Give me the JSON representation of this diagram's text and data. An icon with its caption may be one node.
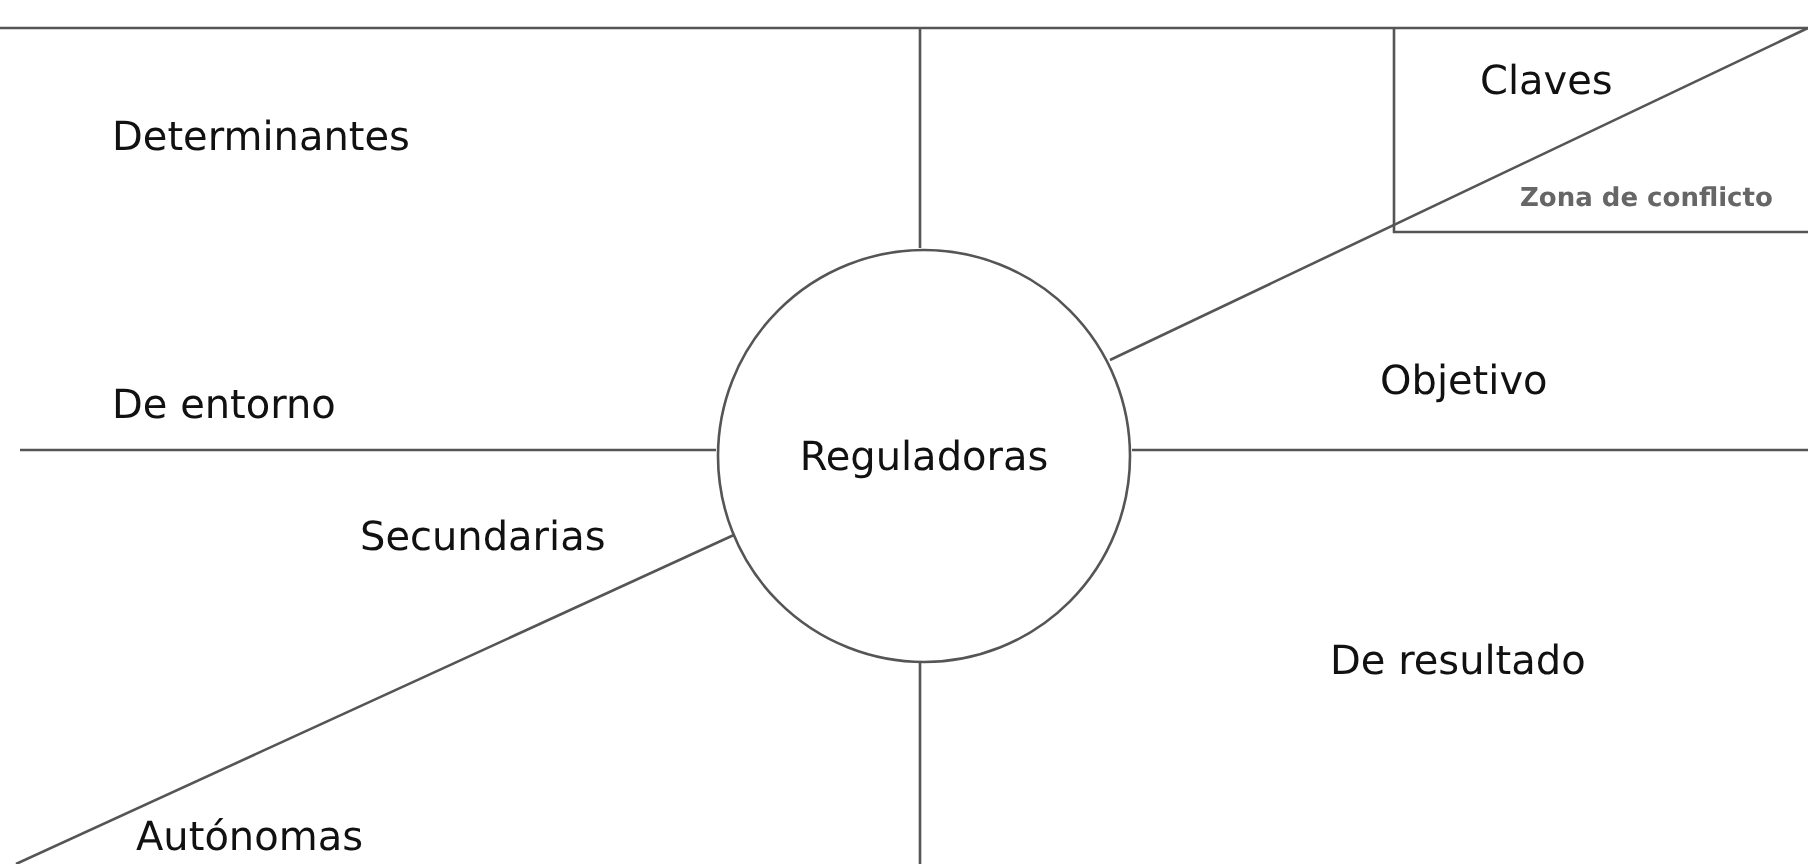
{
  "diagram": {
    "nodes": [
      {
        "text": [
          "Reguladoras"
        ]
      }
    ],
    "labels": [
      "Claves",
      "Determinantes",
      "Zona de conflicto",
      "Objetivo",
      "De entorno",
      "Secundarias",
      "De resultado",
      "Autónomas"
    ]
  }
}
